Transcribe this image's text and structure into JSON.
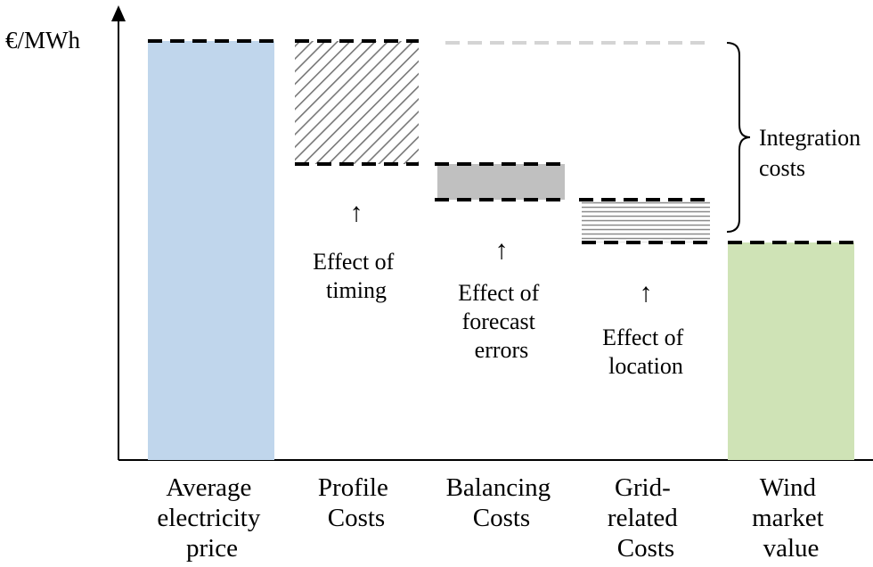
{
  "unit_label": "€/MWh",
  "categories": [
    {
      "id": "avg",
      "lines": [
        "Average",
        "electricity",
        "price"
      ]
    },
    {
      "id": "profile",
      "lines": [
        "Profile",
        "Costs"
      ]
    },
    {
      "id": "balancing",
      "lines": [
        "Balancing",
        "Costs"
      ]
    },
    {
      "id": "grid",
      "lines": [
        "Grid-",
        "related",
        "Costs"
      ]
    },
    {
      "id": "wind",
      "lines": [
        "Wind",
        "market",
        "value"
      ]
    }
  ],
  "effects": [
    {
      "id": "timing",
      "lines": [
        "Effect of",
        "timing"
      ]
    },
    {
      "id": "forecast",
      "lines": [
        "Effect of",
        "forecast",
        "errors"
      ]
    },
    {
      "id": "location",
      "lines": [
        "Effect of",
        "location"
      ]
    }
  ],
  "bracket_label": [
    "Integration",
    "costs"
  ],
  "arrow_glyph": "↑",
  "colors": {
    "average_price_bar": "#c0d6ec",
    "wind_value_bar": "#cfe3b6",
    "balancing_fill": "#c0c0c0",
    "hatch": "#777777",
    "dashed_line": "#000000",
    "faint_dashed_line": "#d4d4d4",
    "axis": "#000000"
  }
}
